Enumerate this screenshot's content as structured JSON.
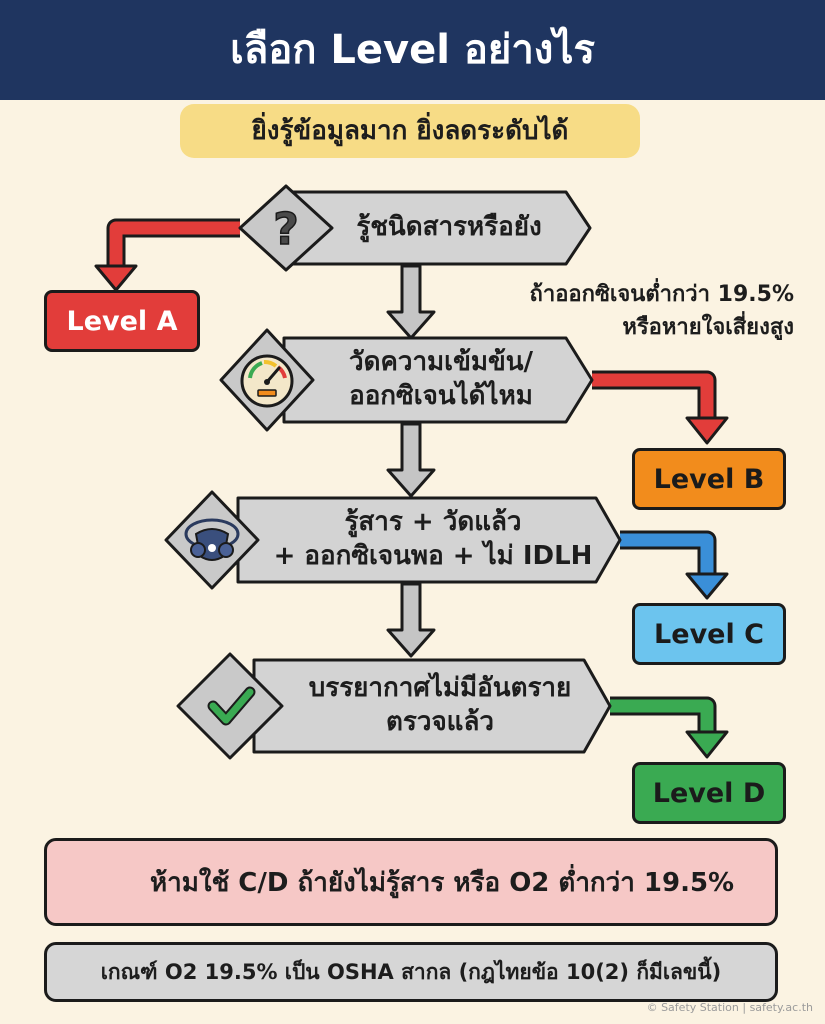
{
  "header": {
    "title": "เลือก Level อย่างไร"
  },
  "subtitle": "ยิ่งรู้ข้อมูลมาก ยิ่งลดระดับได้",
  "steps": [
    {
      "label": "รู้ชนิดสารหรือยัง",
      "icon": "question-icon"
    },
    {
      "label": "วัดความเข้มข้น/\nออกซิเจนได้ไหม",
      "icon": "gauge-icon"
    },
    {
      "label": "รู้สาร + วัดแล้ว\n+ ออกซิเจนพอ + ไม่ IDLH",
      "icon": "respirator-mask-icon"
    },
    {
      "label": "บรรยากาศไม่มีอันตราย\nตรวจแล้ว",
      "icon": "checkmark-icon"
    }
  ],
  "levels": [
    {
      "label": "Level A",
      "color": "#e23d3a"
    },
    {
      "label": "Level B",
      "color": "#f28c1c"
    },
    {
      "label": "Level C",
      "color": "#6cc4ee"
    },
    {
      "label": "Level D",
      "color": "#3aaa52"
    }
  ],
  "note": "ถ้าออกซิเจนต่ำกว่า 19.5%\nหรือหายใจเสี่ยงสูง",
  "warning": {
    "text": "ห้ามใช้ C/D ถ้ายังไม่รู้สาร หรือ O2 ต่ำกว่า 19.5%",
    "icon": "x-cross-icon"
  },
  "rule": "เกณฑ์ O2 19.5% เป็น OSHA สากล (กฎไทยข้อ 10(2) ก็มีเลขนี้)",
  "credit": "© Safety Station | safety.ac.th",
  "colors": {
    "header": "#1f3560",
    "subtitle_bg": "#f7dc86",
    "step_fill": "#d3d3d3",
    "arrow": "#c5c5c5"
  }
}
